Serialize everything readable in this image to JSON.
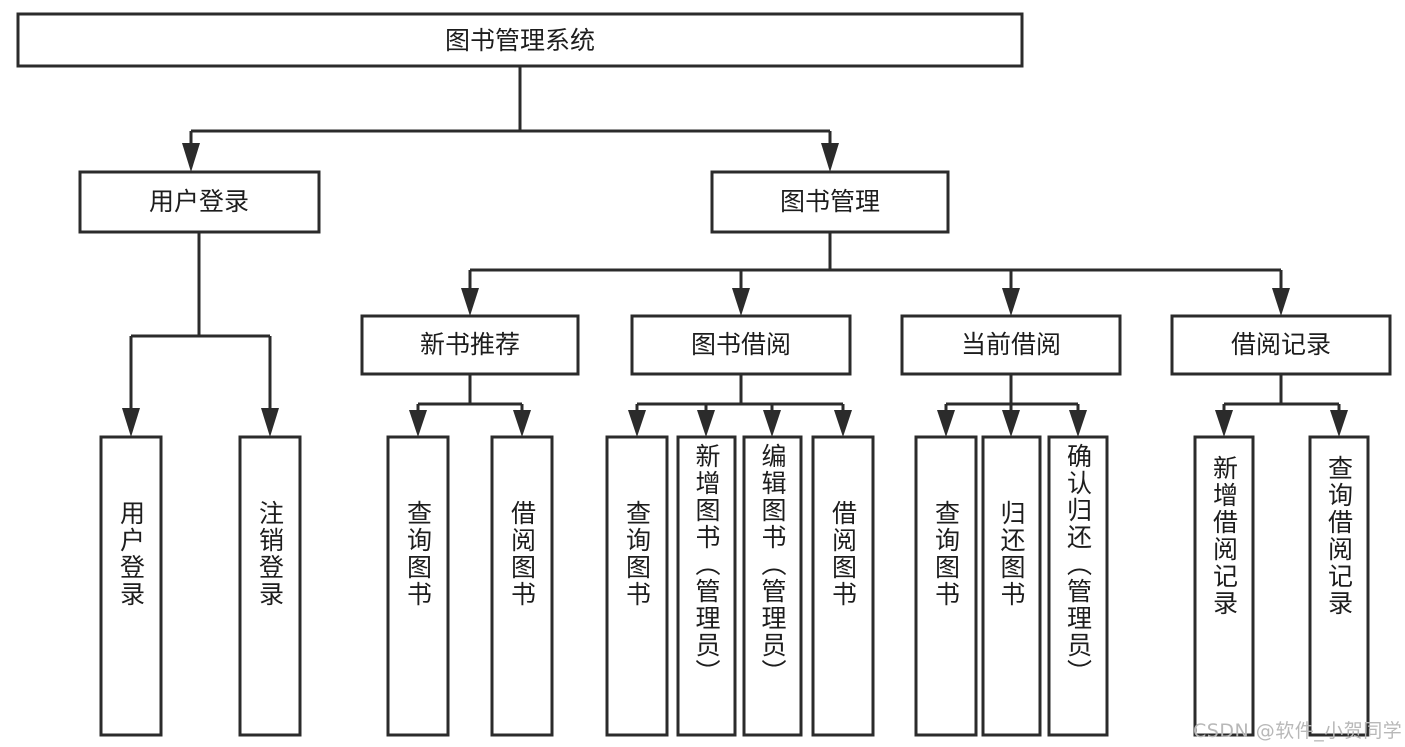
{
  "diagram": {
    "title": "图书管理系统",
    "type": "functional-structure-tree",
    "root": {
      "label": "图书管理系统"
    },
    "level2": [
      {
        "label": "用户登录"
      },
      {
        "label": "图书管理"
      }
    ],
    "level3": [
      {
        "label": "新书推荐"
      },
      {
        "label": "图书借阅"
      },
      {
        "label": "当前借阅"
      },
      {
        "label": "借阅记录"
      }
    ],
    "leaves": {
      "user_login": [
        {
          "label": "用户登录"
        },
        {
          "label": "注销登录"
        }
      ],
      "new_book_recommend": [
        {
          "label": "查询图书"
        },
        {
          "label": "借阅图书"
        }
      ],
      "book_borrow": [
        {
          "label": "查询图书"
        },
        {
          "label": "新增图书（管理员）"
        },
        {
          "label": "编辑图书（管理员）"
        },
        {
          "label": "借阅图书"
        }
      ],
      "current_borrow": [
        {
          "label": "查询图书"
        },
        {
          "label": "归还图书"
        },
        {
          "label": "确认归还（管理员）"
        }
      ],
      "borrow_record": [
        {
          "label": "新增借阅记录"
        },
        {
          "label": "查询借阅记录"
        }
      ]
    }
  },
  "watermark": {
    "text": "CSDN @软件_小贺同学"
  },
  "colors": {
    "stroke": "#2b2b2b",
    "fill": "#ffffff",
    "text": "#1d1d1d",
    "watermark": "#b8b8b8"
  }
}
